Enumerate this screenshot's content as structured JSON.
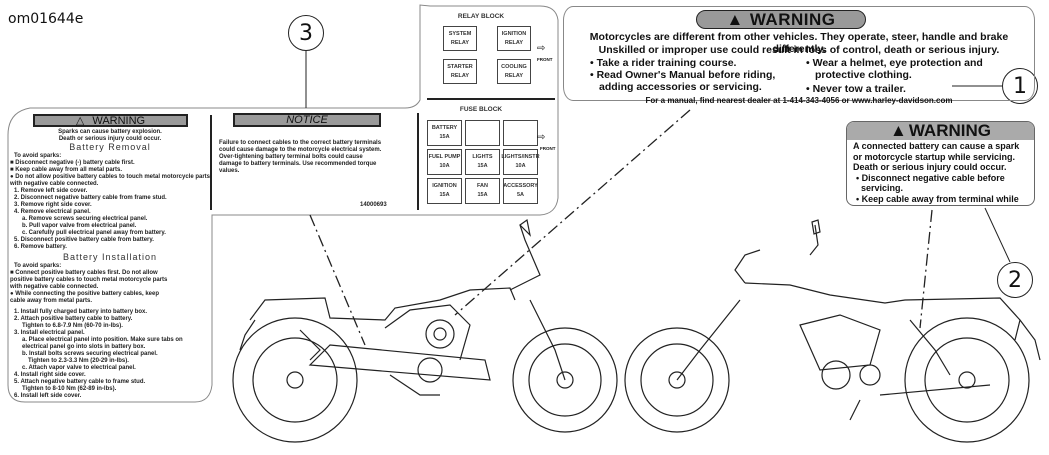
{
  "figure_id": "om01644e",
  "callouts": [
    "1",
    "2",
    "3"
  ],
  "label1": {
    "header": "WARNING",
    "header_icon": "warning-triangle-icon",
    "lines": [
      "Motorcycles are different from other vehicles.  They operate, steer, handle and brake differently.",
      "Unskilled or improper use could result in loss of control, death or serious injury."
    ],
    "bullets_left": [
      "Take a rider training course.",
      "Read Owner's Manual before riding, adding accessories or servicing."
    ],
    "bullets_right": [
      "Wear a helmet, eye protection and protective clothing.",
      "Never tow a trailer."
    ],
    "footer": "For a manual, find nearest dealer at 1-414-343-4056 or www.harley-davidson.com"
  },
  "label2": {
    "header": "WARNING",
    "header_icon": "warning-triangle-icon",
    "lines": [
      "A connected battery can cause a spark or motorcycle startup while servicing.",
      "Death or serious injury could occur."
    ],
    "bullets": [
      "Disconnect negative cable before servicing.",
      "Keep cable away from terminal while servicing."
    ]
  },
  "label3": {
    "warning_header": "WARNING",
    "warning_lines": [
      "Sparks can cause battery explosion.",
      "Death or serious injury could occur."
    ],
    "removal_title": "Battery Removal",
    "removal_intro": "To avoid sparks:",
    "removal_bullets": [
      "Disconnect negative (-) battery cable first.",
      "Keep cable away from all metal parts.",
      "Do not allow positive battery cables to touch metal motorcycle parts with negative cable connected."
    ],
    "removal_steps": [
      "1. Remove left side cover.",
      "2. Disconnect negative battery cable from frame stud.",
      "3. Remove right side cover.",
      "4. Remove electrical panel.",
      "a. Remove screws securing electrical panel.",
      "b. Pull vapor valve from electrical panel.",
      "c. Carefully pull electrical panel away from battery.",
      "5. Disconnect positive battery cable from battery.",
      "6. Remove battery."
    ],
    "install_title": "Battery Installation",
    "install_intro": "To avoid sparks:",
    "install_bullets": [
      "Connect positive battery cables first. Do not allow positive battery cables to touch metal motorcycle parts with negative cable connected.",
      "While connecting the positive battery cables, keep cable away from metal parts."
    ],
    "install_steps": [
      "1. Install fully charged battery into battery box.",
      "2. Attach positive battery cable to battery.",
      "Tighten to 6.8-7.9 Nm (60-70 in-lbs).",
      "3. Install electrical panel.",
      "a. Place electrical panel into position. Make sure tabs on electrical panel go into slots in battery box.",
      "b. Install bolts screws securing electrical panel.",
      "Tighten to 2.3-3.3 Nm (20-29 in-lbs).",
      "c. Attach vapor valve to electrical panel.",
      "4. Install right side cover.",
      "5. Attach negative battery cable to frame stud.",
      "Tighten to 8-10 Nm (62-89 in-lbs).",
      "6. Install left side cover."
    ],
    "notice_header": "NOTICE",
    "notice_text": "Failure to connect cables to the correct battery terminals could cause damage to the motorcycle electrical system. Over-tightening battery terminal bolts could cause damage to battery terminals. Use recommended torque values.",
    "part_number": "14000693",
    "relay_block": {
      "title": "RELAY BLOCK",
      "relays": [
        "SYSTEM RELAY",
        "IGNITION RELAY",
        "STARTER RELAY",
        "COOLING RELAY"
      ],
      "front_label": "FRONT"
    },
    "fuse_block": {
      "title": "FUSE BLOCK",
      "fuses": [
        {
          "name": "BATTERY",
          "rating": "15A"
        },
        {
          "name": "",
          "rating": ""
        },
        {
          "name": "",
          "rating": ""
        },
        {
          "name": "FUEL PUMP",
          "rating": "10A"
        },
        {
          "name": "LIGHTS",
          "rating": "15A"
        },
        {
          "name": "LIGHTS/INSTR",
          "rating": "10A"
        },
        {
          "name": "IGNITION",
          "rating": "15A"
        },
        {
          "name": "FAN",
          "rating": "15A"
        },
        {
          "name": "ACCESSORY",
          "rating": "5A"
        }
      ],
      "front_label": "FRONT"
    }
  }
}
